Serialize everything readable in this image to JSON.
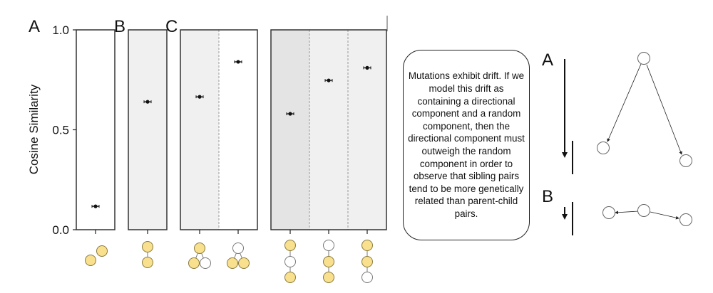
{
  "chart_data": {
    "type": "scatter",
    "ylabel": "Cosine Similarity",
    "ylim": [
      0.0,
      1.0
    ],
    "yticks": [
      "0.0",
      "0.5",
      "1.0"
    ],
    "grid": false,
    "panels": [
      {
        "label": "A",
        "groups": [
          {
            "value": 0.117,
            "icon": "two-unconnected-nodes",
            "nodes": [
              "yellow",
              "yellow"
            ]
          }
        ]
      },
      {
        "label": "B",
        "groups": [
          {
            "value": 0.64,
            "icon": "parent-child-pair",
            "nodes": [
              "yellow",
              "yellow"
            ]
          }
        ]
      },
      {
        "label": "C",
        "groups": [
          {
            "value": 0.665,
            "icon": "parent-child-of-triad",
            "nodes": [
              "yellow",
              "yellow",
              "white"
            ]
          },
          {
            "value": 0.84,
            "icon": "sibling-pair-of-triad",
            "nodes": [
              "white",
              "yellow",
              "yellow"
            ]
          }
        ]
      },
      {
        "label": "",
        "groups": [
          {
            "value": 0.58,
            "icon": "grandparent-grandchild",
            "nodes": [
              "yellow",
              "white",
              "yellow"
            ]
          },
          {
            "value": 0.747,
            "icon": "parent-child-lower",
            "nodes": [
              "white",
              "yellow",
              "yellow"
            ]
          },
          {
            "value": 0.81,
            "icon": "parent-child-upper",
            "nodes": [
              "yellow",
              "yellow",
              "white"
            ]
          }
        ]
      }
    ]
  },
  "note": "Mutations exhibit drift. If we model this drift as containing a directional component and a random component, then the directional component must outweigh the random component in order to observe that sibling pairs tend to be more genetically related than parent-child pairs.",
  "diagram": {
    "panel_a_label": "A",
    "panel_b_label": "B"
  },
  "colors": {
    "node_fill": "#f8e08e",
    "node_stroke": "#8a7a3a",
    "panel_light": "#f0f0f0",
    "panel_dark": "#e4e4e4"
  }
}
